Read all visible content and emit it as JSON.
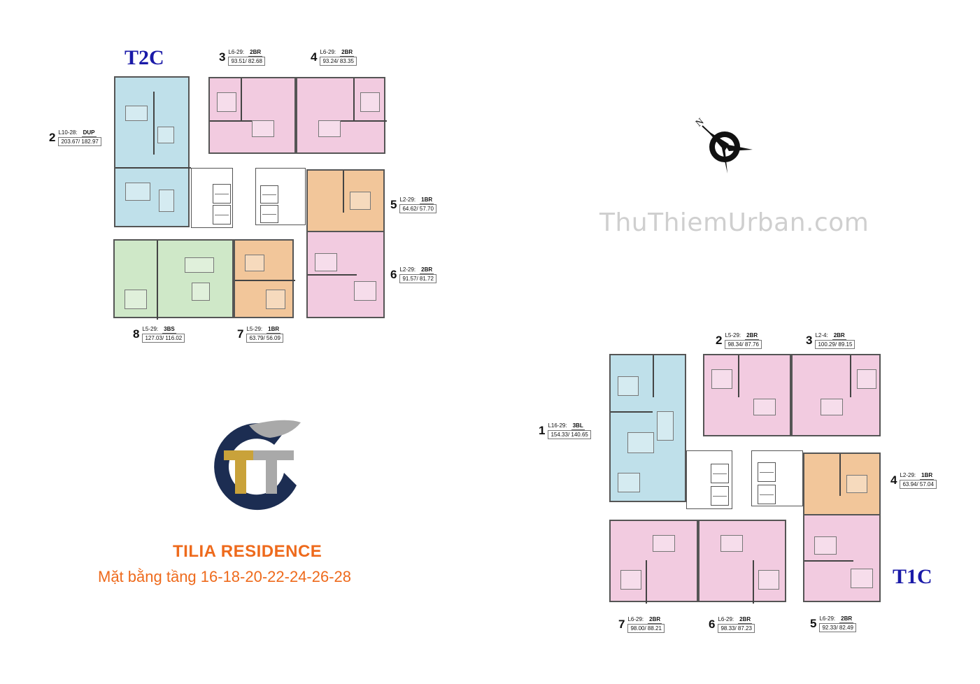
{
  "towers": {
    "t2c": {
      "label": "T2C",
      "units": [
        {
          "num": "2",
          "level": "L10-28:",
          "type": "DUP",
          "area": "203.67/ 182.97"
        },
        {
          "num": "3",
          "level": "L6-29:",
          "type": "2BR",
          "area": "93.51/ 82.68"
        },
        {
          "num": "4",
          "level": "L6-29:",
          "type": "2BR",
          "area": "93.24/ 83.35"
        },
        {
          "num": "5",
          "level": "L2-29:",
          "type": "1BR",
          "area": "64.62/ 57.70"
        },
        {
          "num": "6",
          "level": "L2-29:",
          "type": "2BR",
          "area": "91.57/ 81.72"
        },
        {
          "num": "7",
          "level": "L5-29:",
          "type": "1BR",
          "area": "63.79/ 56.09"
        },
        {
          "num": "8",
          "level": "L5-29:",
          "type": "3BS",
          "area": "127.03/ 116.02"
        }
      ]
    },
    "t1c": {
      "label": "T1C",
      "units": [
        {
          "num": "1",
          "level": "L16-29:",
          "type": "3BL",
          "area": "154.33/ 140.65"
        },
        {
          "num": "2",
          "level": "L5-29:",
          "type": "2BR",
          "area": "98.34/ 87.76"
        },
        {
          "num": "3",
          "level": "L2-4:",
          "type": "2BR",
          "area": "100.29/ 89.15"
        },
        {
          "num": "4",
          "level": "L2-29:",
          "type": "1BR",
          "area": "63.94/ 57.04"
        },
        {
          "num": "5",
          "level": "L6-29:",
          "type": "2BR",
          "area": "92.33/ 82.49"
        },
        {
          "num": "6",
          "level": "L6-29:",
          "type": "2BR",
          "area": "98.33/ 87.23"
        },
        {
          "num": "7",
          "level": "L6-29:",
          "type": "2BR",
          "area": "98.00/ 88.21"
        }
      ]
    }
  },
  "compass": {
    "north_label": "N",
    "icon": "compass-icon"
  },
  "watermark": "ThuThiemUrban.com",
  "project": {
    "name": "TILIA RESIDENCE",
    "subtitle": "Mặt bằng tầng 16-18-20-22-24-26-28",
    "logo_letters": "TT",
    "logo_colors": {
      "gold": "#c9a23a",
      "navy": "#1c2d52",
      "silver": "#a9a9a9"
    }
  },
  "colors": {
    "pink": "#f2cbe0",
    "blue": "#bfe0ea",
    "green": "#cfe8c8",
    "orange": "#f2c69a",
    "tower_title": "#1a1aa8",
    "project_text": "#ee6a1c"
  }
}
